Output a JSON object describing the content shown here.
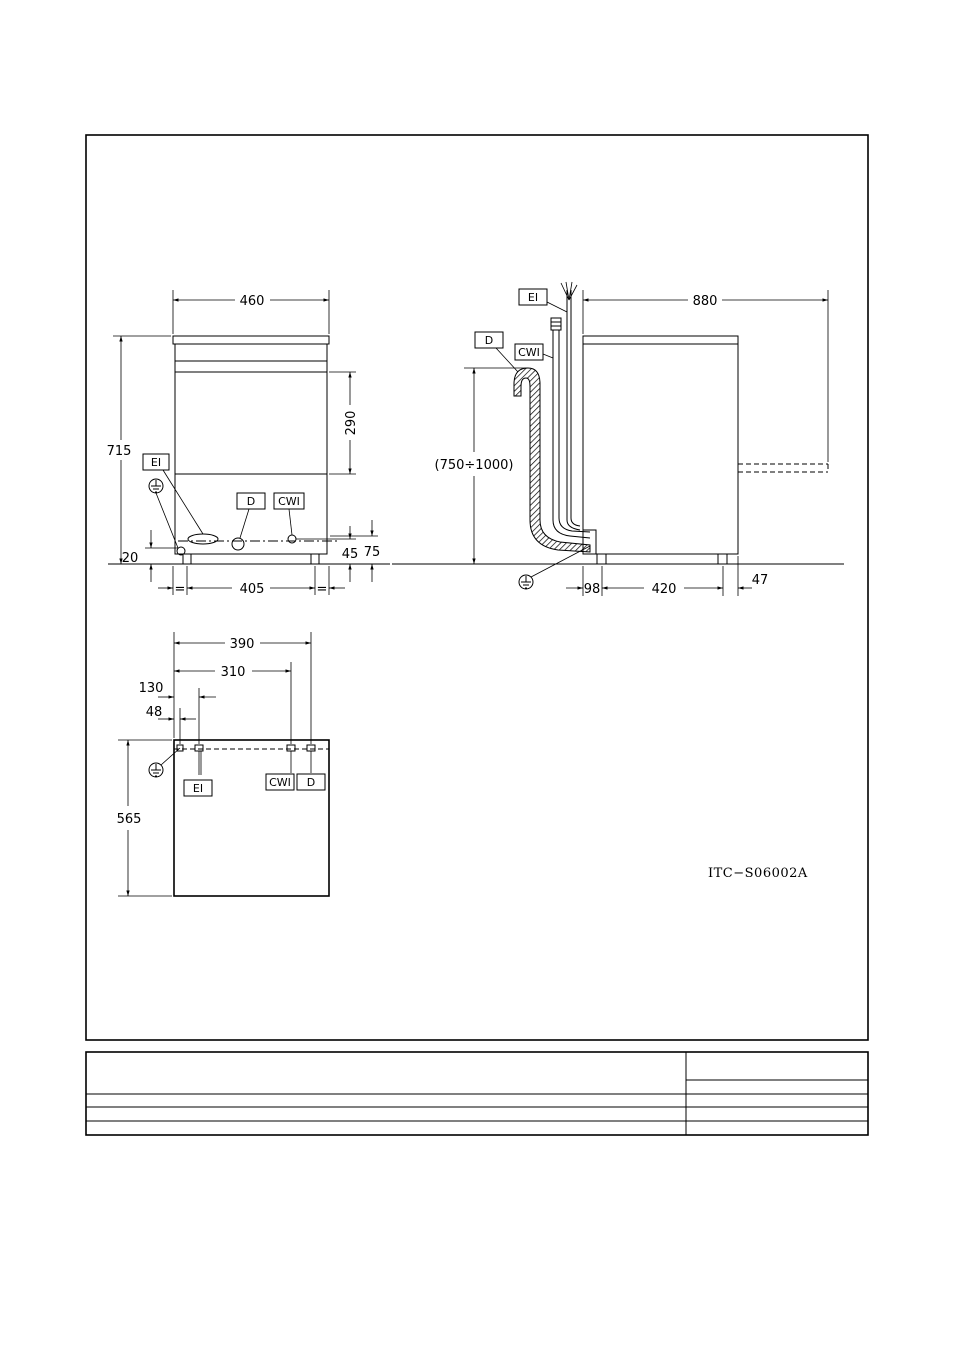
{
  "front_view": {
    "width": "460",
    "height": "715",
    "door_height": "290",
    "bottom_offset": "20",
    "feet_spacing": "405",
    "equal_mark": "=",
    "drain_height": "45",
    "cwi_height": "75",
    "labels": {
      "ei": "EI",
      "d": "D",
      "cwi": "CWI"
    }
  },
  "side_view": {
    "depth": "880",
    "drain_range": "(750÷1000)",
    "back_offset": "98",
    "feet_spacing": "420",
    "front_offset": "47",
    "labels": {
      "ei": "EI",
      "d": "D",
      "cwi": "CWI"
    }
  },
  "top_view": {
    "dim_390": "390",
    "dim_310": "310",
    "dim_130": "130",
    "dim_48": "48",
    "depth": "565",
    "labels": {
      "ei": "EI",
      "cwi": "CWI",
      "d": "D"
    }
  },
  "drawing_code": "ITC−S06002A",
  "icons": [
    "ground-icon"
  ]
}
